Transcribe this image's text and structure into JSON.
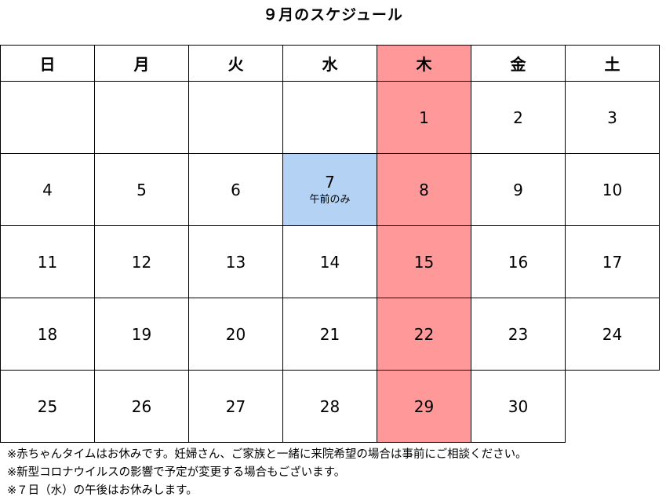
{
  "title": "９月のスケジュール",
  "weekdays": [
    "日",
    "月",
    "火",
    "水",
    "木",
    "金",
    "土"
  ],
  "weeks": [
    [
      "",
      "",
      "",
      "",
      "1",
      "2",
      "3"
    ],
    [
      "4",
      "5",
      "6",
      "7",
      "8",
      "9",
      "10"
    ],
    [
      "11",
      "12",
      "13",
      "14",
      "15",
      "16",
      "17"
    ],
    [
      "18",
      "19",
      "20",
      "21",
      "22",
      "23",
      "24"
    ],
    [
      "25",
      "26",
      "27",
      "28",
      "29",
      "30",
      ""
    ]
  ],
  "day7_note": "午前のみ",
  "colors": {
    "thursday_highlight": "#ff9999",
    "morning_only_highlight": "#b4d2f4"
  },
  "notes": [
    "※赤ちゃんタイムはお休みです。妊婦さん、ご家族と一緒に来院希望の場合は事前にご相談ください。",
    "※新型コロナウイルスの影響で予定が変更する場合もございます。",
    "※７日（水）の午後はお休みします。"
  ]
}
